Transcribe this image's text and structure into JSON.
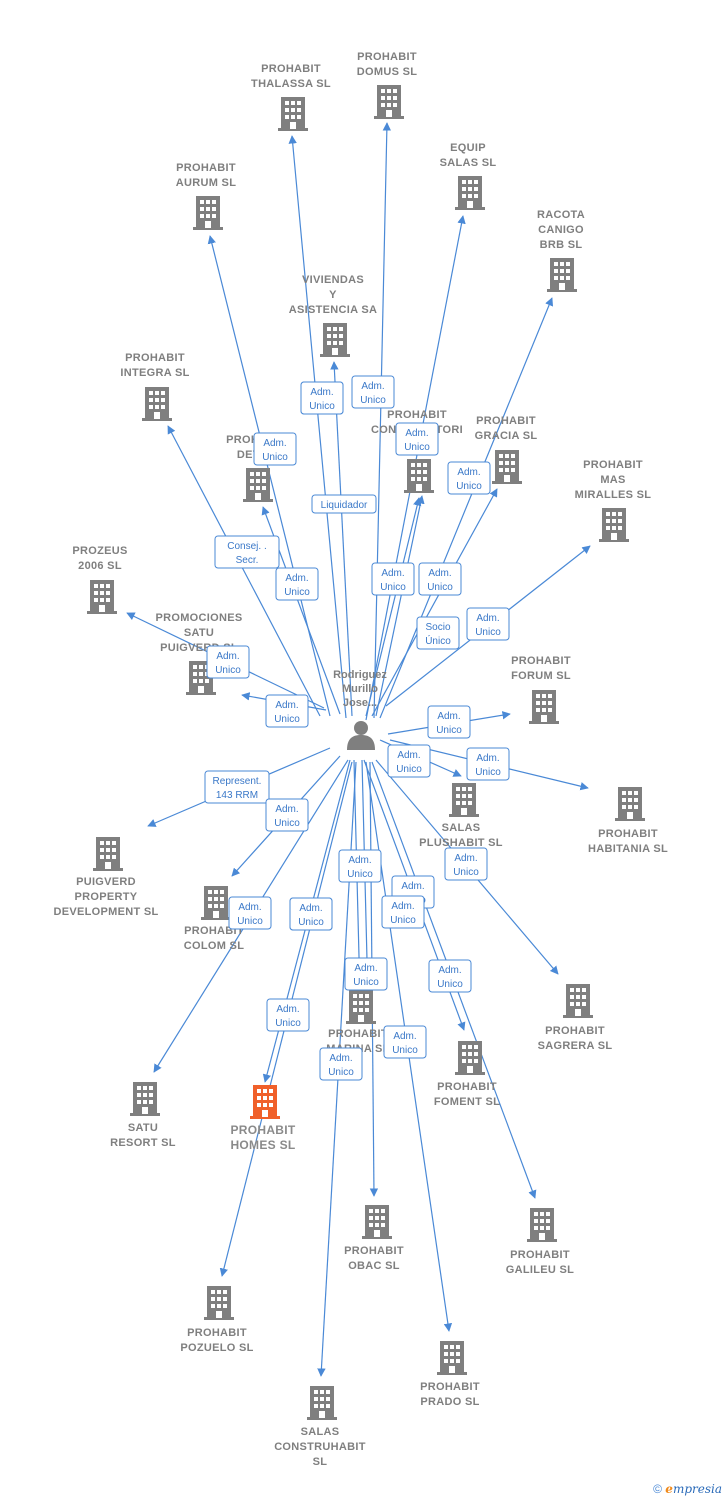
{
  "colors": {
    "edge": "#4a89d6",
    "building": "#7f7f7f",
    "highlight": "#f0602a",
    "person": "#7f7f7f"
  },
  "center": {
    "name_lines": [
      "Rodriguez",
      "Murillo",
      "Jose..."
    ],
    "icon": "person-icon"
  },
  "companies": [
    {
      "id": "thalassa",
      "lines": [
        "PROHABIT",
        "THALASSA  SL"
      ]
    },
    {
      "id": "domus",
      "lines": [
        "PROHABIT",
        "DOMUS  SL"
      ]
    },
    {
      "id": "equip",
      "lines": [
        "EQUIP",
        "SALAS  SL"
      ]
    },
    {
      "id": "racota",
      "lines": [
        "RACOTA",
        "CANIGO",
        "BRB  SL"
      ]
    },
    {
      "id": "aurum",
      "lines": [
        "PROHABIT",
        "AURUM  SL"
      ]
    },
    {
      "id": "viviendas",
      "lines": [
        "VIVIENDAS",
        "Y",
        "ASISTENCIA SA"
      ]
    },
    {
      "id": "integra",
      "lines": [
        "PROHABIT",
        "INTEGRA  SL"
      ]
    },
    {
      "id": "construct",
      "lines": [
        "PROHABIT",
        "CONSTRUCTORI"
      ]
    },
    {
      "id": "gracia",
      "lines": [
        "PROHABIT",
        "GRACIA  SL"
      ]
    },
    {
      "id": "devel",
      "lines": [
        "PROHABIT",
        "DEVEL"
      ]
    },
    {
      "id": "mas",
      "lines": [
        "PROHABIT",
        "MAS",
        "MIRALLES  SL"
      ]
    },
    {
      "id": "prozeus",
      "lines": [
        "PROZEUS",
        "2006  SL"
      ]
    },
    {
      "id": "promo",
      "lines": [
        "PROMOCIONES",
        "SATU",
        "PUIGVERD  SL"
      ]
    },
    {
      "id": "forum",
      "lines": [
        "PROHABIT",
        "FORUM  SL"
      ]
    },
    {
      "id": "salasplus",
      "lines": [
        "SALAS",
        "PLUSHABIT  SL"
      ]
    },
    {
      "id": "habitania",
      "lines": [
        "PROHABIT",
        "HABITANIA  SL"
      ]
    },
    {
      "id": "puigverd",
      "lines": [
        "PUIGVERD",
        "PROPERTY",
        "DEVELOPMENT SL"
      ]
    },
    {
      "id": "colom",
      "lines": [
        "PROHABIT",
        "COLOM  SL"
      ]
    },
    {
      "id": "sagrera",
      "lines": [
        "PROHABIT",
        "SAGRERA  SL"
      ]
    },
    {
      "id": "marina",
      "lines": [
        "PROHABIT",
        "MARINA  SL"
      ]
    },
    {
      "id": "foment",
      "lines": [
        "PROHABIT",
        "FOMENT  SL"
      ]
    },
    {
      "id": "satu",
      "lines": [
        "SATU",
        "RESORT  SL"
      ]
    },
    {
      "id": "homes",
      "lines": [
        "PROHABIT",
        "HOMES  SL"
      ],
      "highlight": true
    },
    {
      "id": "obac",
      "lines": [
        "PROHABIT",
        "OBAC  SL"
      ]
    },
    {
      "id": "galileu",
      "lines": [
        "PROHABIT",
        "GALILEU  SL"
      ]
    },
    {
      "id": "pozuelo",
      "lines": [
        "PROHABIT",
        "POZUELO  SL"
      ]
    },
    {
      "id": "prado",
      "lines": [
        "PROHABIT",
        "PRADO  SL"
      ]
    },
    {
      "id": "construhabit",
      "lines": [
        "SALAS",
        "CONSTRUHABIT",
        "SL"
      ]
    }
  ],
  "edge_labels": [
    {
      "id": "thalassa",
      "lines": [
        "Adm.",
        "Unico"
      ]
    },
    {
      "id": "domus",
      "lines": [
        "Adm.",
        "Unico"
      ]
    },
    {
      "id": "viviendas",
      "lines": [
        "Adm.",
        "Unico"
      ]
    },
    {
      "id": "construct",
      "lines": [
        "Adm.",
        "Unico"
      ]
    },
    {
      "id": "gracia",
      "lines": [
        "Adm.",
        "Unico"
      ]
    },
    {
      "id": "aurum",
      "lines": [
        "Adm.",
        "Unico"
      ]
    },
    {
      "id": "liquidador",
      "lines": [
        "Liquidador"
      ]
    },
    {
      "id": "integra",
      "lines": [
        "Consej. .",
        "Secr."
      ]
    },
    {
      "id": "devel",
      "lines": [
        "Adm.",
        "Unico"
      ]
    },
    {
      "id": "equip",
      "lines": [
        "Adm.",
        "Unico"
      ]
    },
    {
      "id": "racota",
      "lines": [
        "Adm.",
        "Unico"
      ]
    },
    {
      "id": "mas",
      "lines": [
        "Adm.",
        "Unico"
      ]
    },
    {
      "id": "socio",
      "lines": [
        "Socio",
        "Único"
      ]
    },
    {
      "id": "prozeus",
      "lines": [
        "Adm.",
        "Unico"
      ]
    },
    {
      "id": "promo",
      "lines": [
        "Adm.",
        "Unico"
      ]
    },
    {
      "id": "forum",
      "lines": [
        "Adm.",
        "Unico"
      ]
    },
    {
      "id": "salasplus",
      "lines": [
        "Adm.",
        "Unico"
      ]
    },
    {
      "id": "habitania",
      "lines": [
        "Adm.",
        "Unico"
      ]
    },
    {
      "id": "puigverd",
      "lines": [
        "Represent.",
        "143 RRM"
      ]
    },
    {
      "id": "colom",
      "lines": [
        "Adm.",
        "Unico"
      ]
    },
    {
      "id": "sagrera",
      "lines": [
        "Adm.",
        "Unico"
      ]
    },
    {
      "id": "satu",
      "lines": [
        "Adm.",
        "Unico"
      ]
    },
    {
      "id": "homes",
      "lines": [
        "Adm.",
        "Unico"
      ]
    },
    {
      "id": "marina",
      "lines": [
        "Adm.",
        "Unico"
      ]
    },
    {
      "id": "marina2",
      "lines": [
        "Adm.",
        "Unico"
      ]
    },
    {
      "id": "foment",
      "lines": [
        "Adm.",
        "Unico"
      ]
    },
    {
      "id": "foment2",
      "lines": [
        "Adm.",
        "Unico"
      ]
    },
    {
      "id": "galileu",
      "lines": [
        "Adm.",
        "Unico"
      ]
    },
    {
      "id": "obac",
      "lines": [
        "Adm.",
        "Unico"
      ]
    },
    {
      "id": "prado",
      "lines": [
        "Adm.",
        "Unico"
      ]
    },
    {
      "id": "pozuelo",
      "lines": [
        "Adm.",
        "Unico"
      ]
    },
    {
      "id": "construhabit",
      "lines": [
        "Adm.",
        "Unico"
      ]
    }
  ],
  "footer": {
    "copyright": "©",
    "brand_initial": "e",
    "brand_rest": "mpresia"
  }
}
